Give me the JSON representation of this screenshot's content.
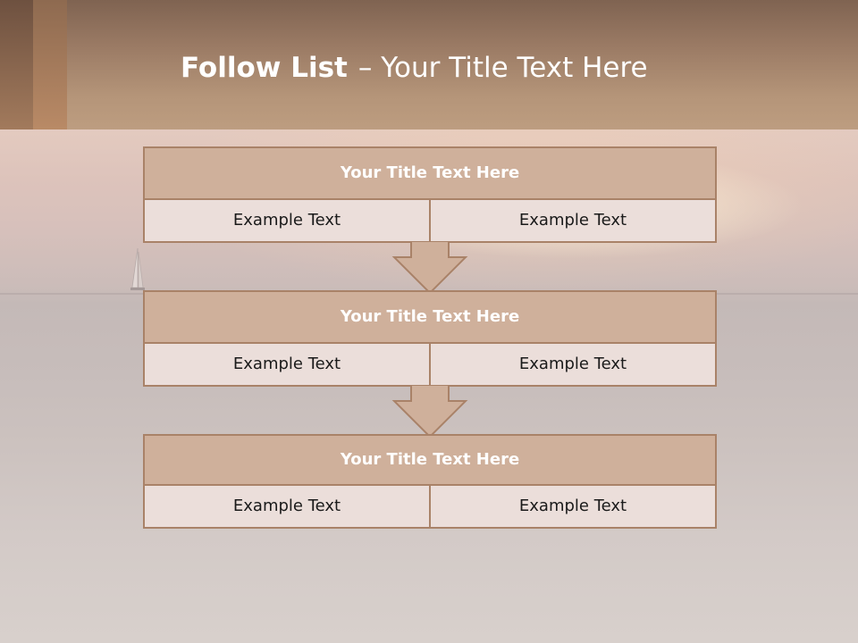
{
  "slide": {
    "title_bold": "Follow List",
    "title_rest": "– Your Title Text Here"
  },
  "steps": [
    {
      "title": "Your Title Text Here",
      "left": "Example Text",
      "right": "Example Text"
    },
    {
      "title": "Your Title Text Here",
      "left": "Example Text",
      "right": "Example Text"
    },
    {
      "title": "Your Title Text Here",
      "left": "Example Text",
      "right": "Example Text"
    }
  ],
  "colors": {
    "header_brown": "#9a7a64",
    "box_title_fill": "#cfb09b",
    "box_border": "#a98268",
    "box_cell_fill": "#ebdeda",
    "title_text": "#ffffff"
  },
  "icons": {
    "connector": "arrow-down-icon",
    "background_boat": "sailboat-icon"
  }
}
